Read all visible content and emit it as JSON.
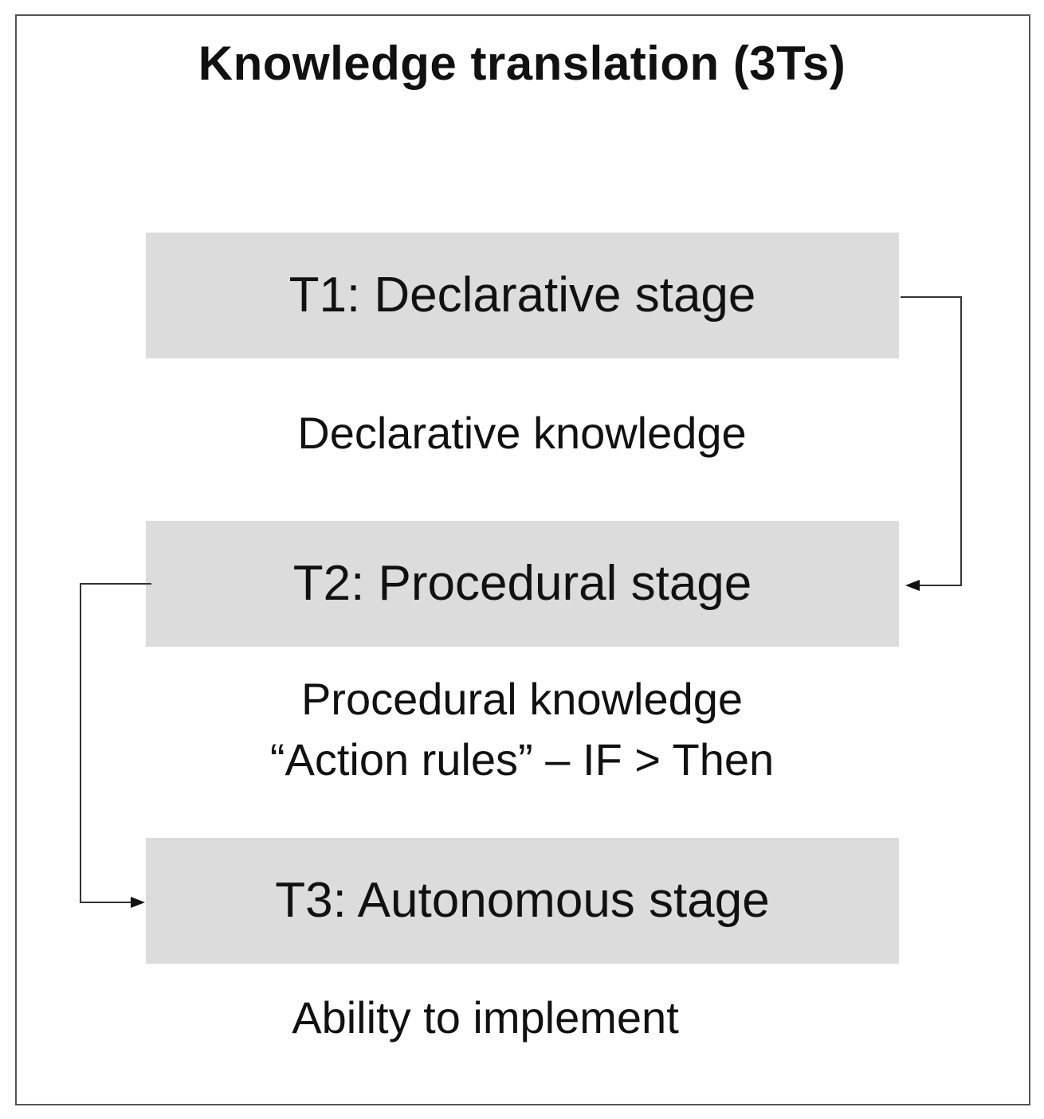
{
  "title": "Knowledge translation (3Ts)",
  "stages": [
    {
      "label": "T1: Declarative stage",
      "caption": [
        "Declarative knowledge"
      ]
    },
    {
      "label": "T2: Procedural stage",
      "caption": [
        "Procedural knowledge",
        "“Action rules” – IF > Then"
      ]
    },
    {
      "label": "T3: Autonomous stage",
      "caption": [
        "Ability to implement"
      ]
    }
  ],
  "colors": {
    "box_fill": "#dcdcdc",
    "frame_border": "#555555",
    "text": "#111111",
    "connector": "#333333"
  }
}
